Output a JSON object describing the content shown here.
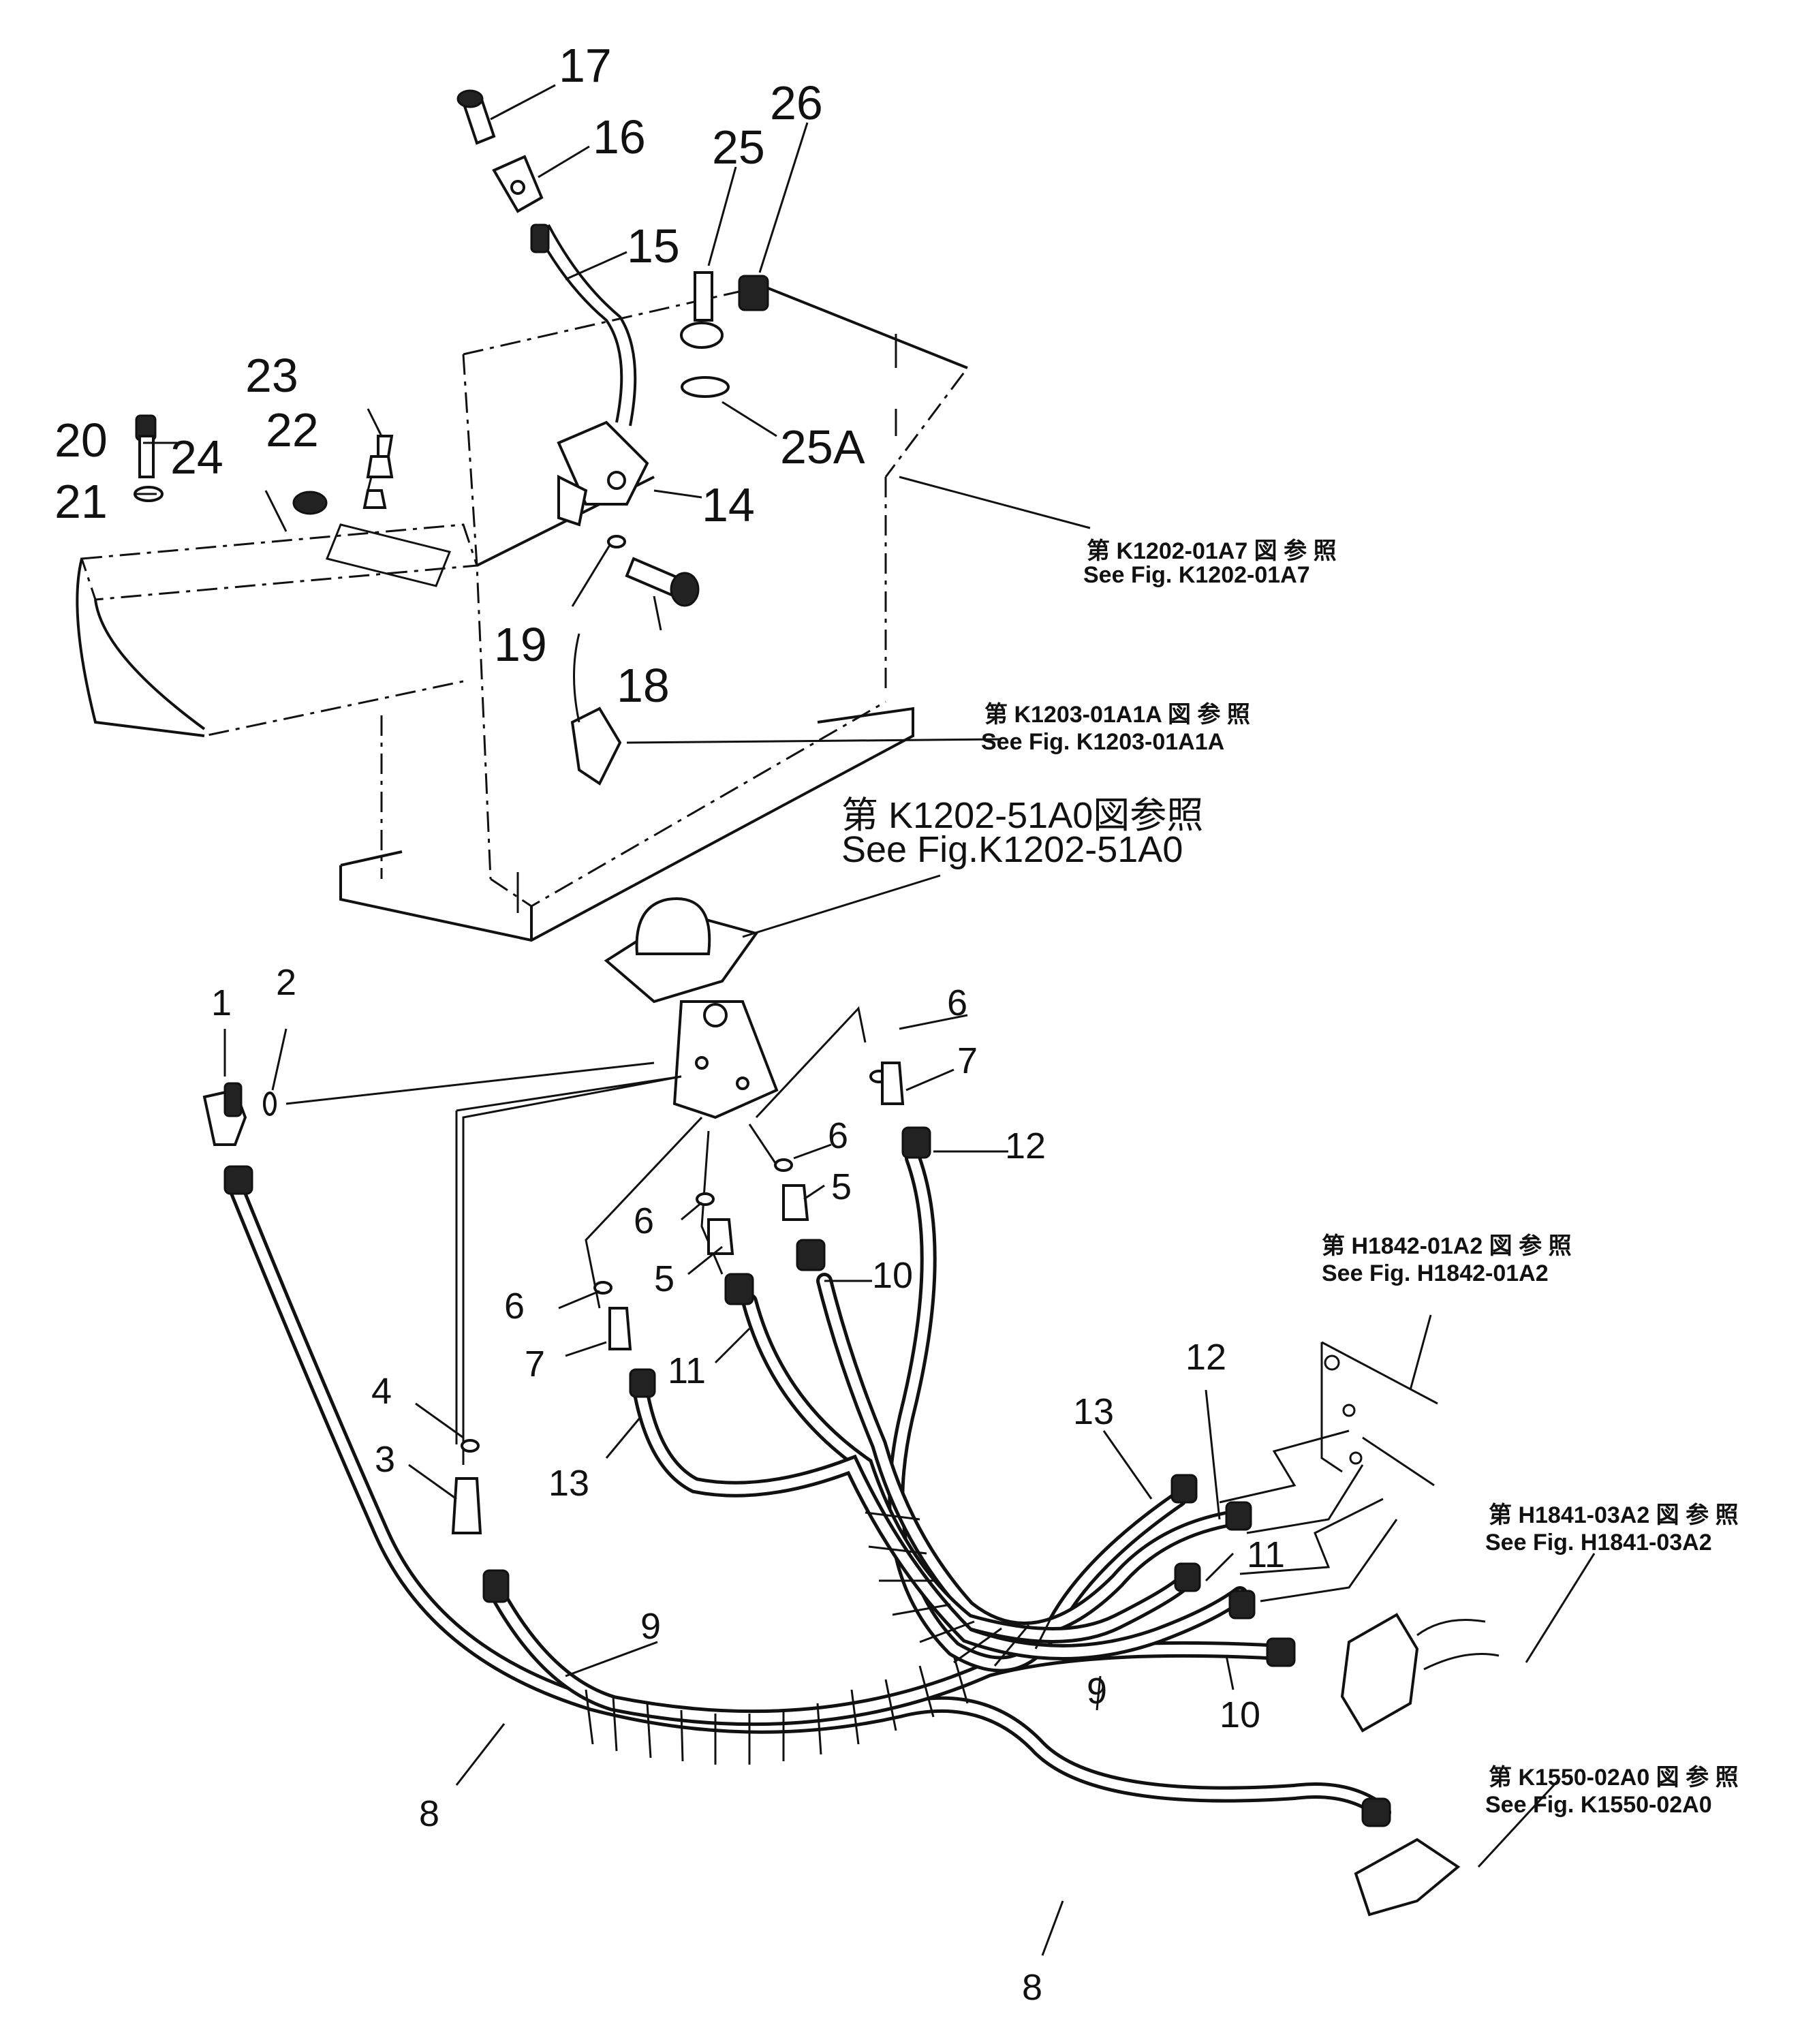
{
  "callouts": [
    "17",
    "16",
    "25",
    "26",
    "15",
    "23",
    "20",
    "22",
    "24",
    "21",
    "25A",
    "14",
    "19",
    "18",
    "1",
    "2",
    "6",
    "7",
    "12",
    "6",
    "6",
    "5",
    "6",
    "5",
    "10",
    "7",
    "11",
    "13",
    "4",
    "3",
    "9",
    "8",
    "13",
    "12",
    "11",
    "10",
    "9",
    "8"
  ],
  "references": [
    {
      "jp": "第 K1202-01A7 図 参 照",
      "en": "See Fig. K1202-01A7"
    },
    {
      "jp": "第 K1203-01A1A 図 参 照",
      "en": "See Fig. K1203-01A1A"
    },
    {
      "jp": "第 K1202-51A0図参照",
      "en": "See Fig.K1202-51A0"
    },
    {
      "jp": "第 H1842-01A2 図 参 照",
      "en": "See Fig. H1842-01A2"
    },
    {
      "jp": "第 H1841-03A2 図 参 照",
      "en": "See Fig. H1841-03A2"
    },
    {
      "jp": "第 K1550-02A0 図 参 照",
      "en": "See Fig. K1550-02A0"
    }
  ]
}
